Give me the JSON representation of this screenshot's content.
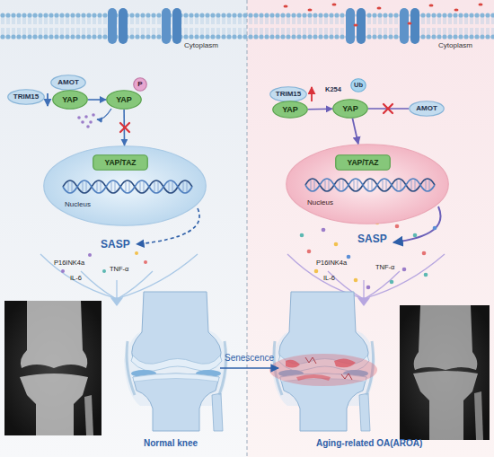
{
  "diagram": {
    "nodes": [
      {
        "text": [
          "AMOT"
        ]
      },
      {
        "text": [
          "TRIM15"
        ]
      },
      {
        "text": [
          "YAP"
        ]
      },
      {
        "text": [
          "YAP"
        ]
      },
      {
        "text": [
          "P"
        ]
      },
      {
        "text": [
          "Nucleus"
        ]
      },
      {
        "text": [
          "YAP/TAZ"
        ],
        "in": 5
      },
      {
        "text": [
          "TRIM15"
        ]
      },
      {
        "text": [
          "YAP"
        ]
      },
      {
        "text": [
          "Ub"
        ]
      },
      {
        "text": [
          "YAP"
        ]
      },
      {
        "text": [
          "AMOT"
        ]
      },
      {
        "text": [
          "Nucleus"
        ]
      },
      {
        "text": [
          "YAP/TAZ"
        ],
        "in": 12
      }
    ],
    "edges": [
      {
        "from": 2,
        "to": 3,
        "arrow": "to"
      },
      {
        "from": 3,
        "to": 5,
        "arrow": "to"
      },
      {
        "from": 8,
        "to": 10,
        "arrow": "to"
      },
      {
        "from": 10,
        "to": 11,
        "arrow": "none"
      },
      {
        "from": 10,
        "to": 12,
        "arrow": "to"
      }
    ],
    "labels": [
      "Cytoplasm",
      "K254",
      "Cytoplasm",
      "SASP",
      "P16INK4a",
      "TNF-α",
      "IL-6",
      "Normal knee",
      "Senescence",
      "SASP",
      "P16INK4a",
      "TNF-α",
      "IL-6",
      "Aging-related OA(AROA)"
    ]
  }
}
